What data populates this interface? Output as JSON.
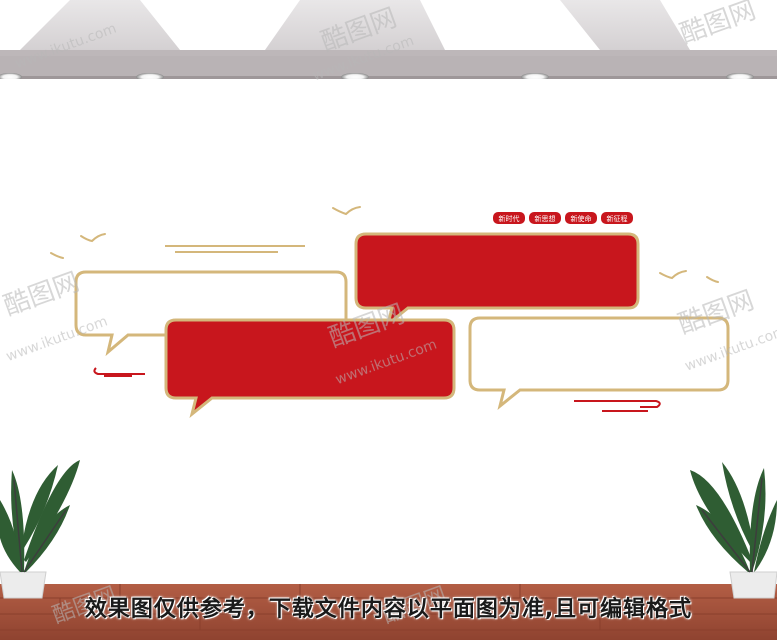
{
  "tags": [
    "新时代",
    "新思想",
    "新使命",
    "新征程"
  ],
  "caption": "效果图仅供参考，下载文件内容以平面图为准,且可编辑格式",
  "watermark": {
    "brand": "酷图网",
    "url": "www.ikutu.com"
  },
  "colors": {
    "red": "#c8161d",
    "gold": "#d4b77b",
    "floor": "#a5523a"
  }
}
